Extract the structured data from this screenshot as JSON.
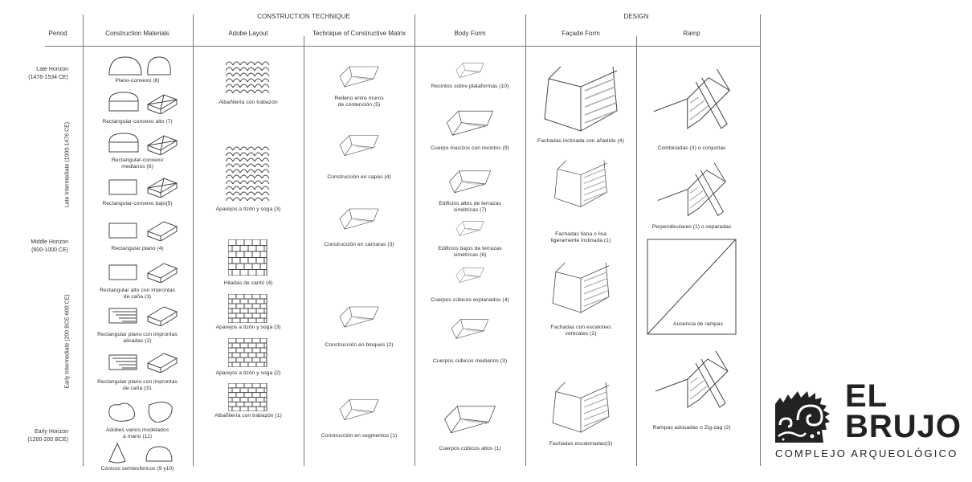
{
  "headers": {
    "group_construction": "CONSTRUCTION TECHNIQUE",
    "group_design": "DESIGN",
    "columns": [
      "Period",
      "Construction Materials",
      "Adobe Layout",
      "Technique of Constructive Matrix",
      "Body Form",
      "Façade Form",
      "Ramp"
    ]
  },
  "periods": [
    {
      "name": "Late Horizon",
      "dates": "(1476-1534 CE)"
    },
    {
      "name": "Late Intermediate (1000-1476 CE)"
    },
    {
      "name": "Middle Horizon",
      "dates": "(600-1000 CE)"
    },
    {
      "name": "Early Intermediate (200 BCE-600 CE)"
    },
    {
      "name": "Early Horizon",
      "dates": "(1200-200 BCE)"
    }
  ],
  "materials": [
    [
      "Plano-convexo (8)"
    ],
    [
      "Rectangular-convexo alto (7)"
    ],
    [
      "Rectangular-convexo",
      "medianos (6)"
    ],
    [
      "Rectangular-convexo bajo(5)"
    ],
    [
      "Rectangular plano (4)"
    ],
    [
      "Rectangular alto con improntas",
      "de caña (3)"
    ],
    [
      "Rectangular plano con improntas",
      "alisadas (2)"
    ],
    [
      "Rectangular plano con improntas",
      "de caña (31"
    ],
    [
      "Adobes varios modelados",
      "a mano (11)"
    ],
    [
      "Cónicos semiesfericos (9 y10)"
    ]
  ],
  "adobe_layout": [
    [
      "Albañilería con trabazón"
    ],
    [
      "Aparejos a tizón y soga (3)"
    ],
    [
      "Hiladas de canto (4)"
    ],
    [
      "Aparejos a tizón y soga (3)"
    ],
    [
      "Aparejos a tizón y soga (2)"
    ],
    [
      "Albañilería con trabazón (1)"
    ]
  ],
  "technique": [
    [
      "Relleno entre muros",
      "de contención (5)"
    ],
    [
      "Construcción en capas (4)"
    ],
    [
      "Construcción en cámaras (3)"
    ],
    [
      "Construcción en bloques (2)"
    ],
    [
      "Construcción en segmentos (1)"
    ]
  ],
  "body_form": [
    [
      "Recintos sobre plataformas (10)"
    ],
    [
      "Cuerpo macizos con recintos (9)"
    ],
    [
      "Edificios altos de terrazas",
      "simétricas (7)"
    ],
    [
      "Edificios bajos de terrazas",
      "simétricas (6)"
    ],
    [
      "Cuerpos cúbicos explanados (4)"
    ],
    [
      "Cuerpos cúbicos medianos (3)"
    ],
    [
      "Cuerpos cúbicos altos (1)"
    ]
  ],
  "facade_form": [
    [
      "Fachadas inclinada con añadido (4)"
    ],
    [
      "Fachadas llana o lisa",
      "ligeramente inclinada (1)"
    ],
    [
      "Fachadas con escalones",
      "verticales (2)"
    ],
    [
      "Fachadas escalonadas(3)"
    ]
  ],
  "ramp": [
    [
      "Combinadas (3) o conjuntas"
    ],
    [
      "Perpendiculares (1) o separadas"
    ],
    [
      "Ausencia de rampas"
    ],
    [
      "Rampas adosadas o Zig-zag (2)"
    ]
  ],
  "logo": {
    "title_line1": "EL",
    "title_line2": "BRUJO",
    "subtitle": "COMPLEJO ARQUEOLÓGICO"
  }
}
